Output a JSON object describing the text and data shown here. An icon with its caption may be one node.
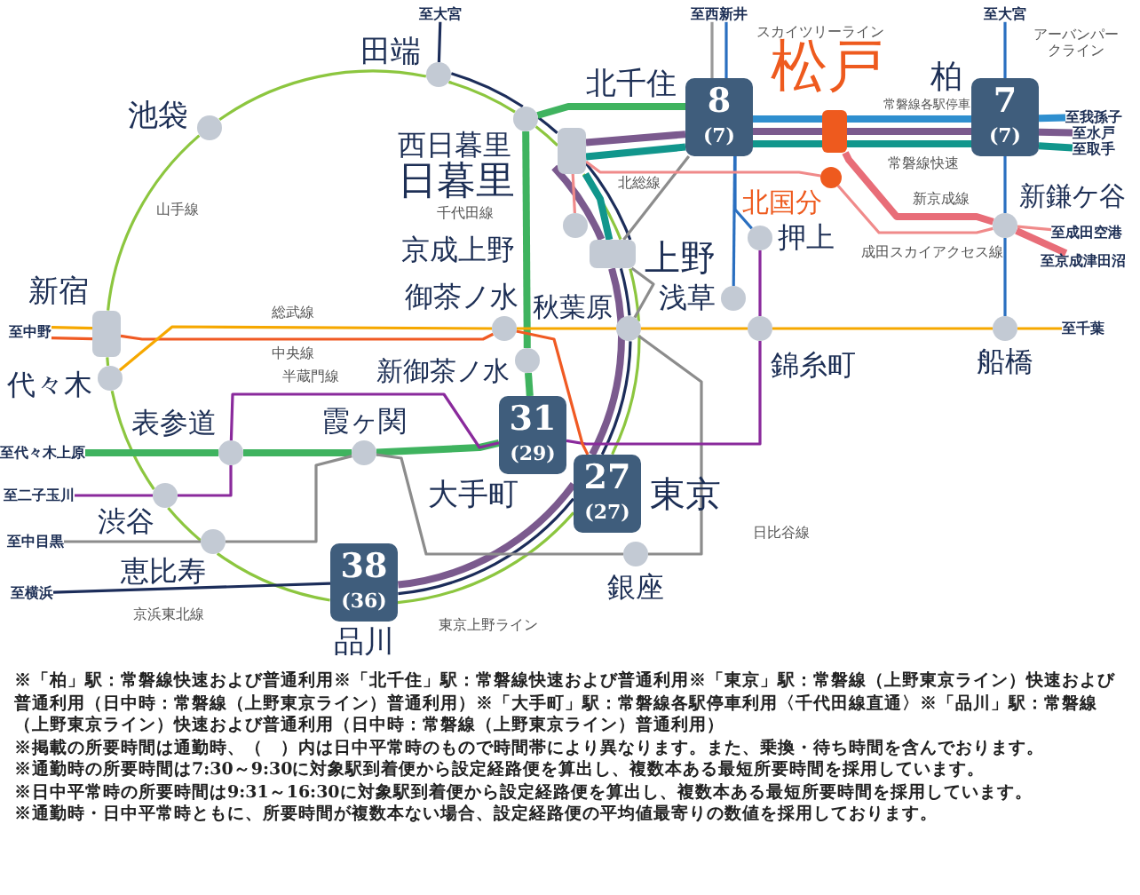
{
  "diagram": {
    "nodes": [
      {
        "text": [
          "田端"
        ]
      },
      {
        "text": [
          "池袋"
        ]
      },
      {
        "text": [
          "西日暮里"
        ]
      },
      {
        "text": [
          "日暮里"
        ]
      },
      {
        "text": [
          "北千住",
          "8",
          "(7)"
        ]
      },
      {
        "text": [
          "松戸"
        ]
      },
      {
        "text": [
          "柏",
          "7",
          "(7)"
        ]
      },
      {
        "text": [
          "北国分"
        ]
      },
      {
        "text": [
          "新鎌ケ谷"
        ]
      },
      {
        "text": [
          "京成上野"
        ]
      },
      {
        "text": [
          "上野"
        ]
      },
      {
        "text": [
          "押上"
        ]
      },
      {
        "text": [
          "浅草"
        ]
      },
      {
        "text": [
          "新宿"
        ]
      },
      {
        "text": [
          "御茶ノ水"
        ]
      },
      {
        "text": [
          "秋葉原"
        ]
      },
      {
        "text": [
          "錦糸町"
        ]
      },
      {
        "text": [
          "船橋"
        ]
      },
      {
        "text": [
          "新御茶ノ水"
        ]
      },
      {
        "text": [
          "代々木"
        ]
      },
      {
        "text": [
          "表参道"
        ]
      },
      {
        "text": [
          "霞ヶ関"
        ]
      },
      {
        "text": [
          "31",
          "(29)",
          "大手町"
        ]
      },
      {
        "text": [
          "渋谷"
        ]
      },
      {
        "text": [
          "東京",
          "27",
          "(27)"
        ]
      },
      {
        "text": [
          "恵比寿"
        ]
      },
      {
        "text": [
          "銀座"
        ]
      },
      {
        "text": [
          "38",
          "(36)",
          "品川"
        ]
      },
      {
        "text": [
          "至大宮"
        ]
      },
      {
        "text": [
          "至西新井"
        ]
      },
      {
        "text": [
          "至大宮"
        ]
      },
      {
        "text": [
          "至我孫子"
        ]
      },
      {
        "text": [
          "至水戸"
        ]
      },
      {
        "text": [
          "至取手"
        ]
      },
      {
        "text": [
          "至成田空港"
        ]
      },
      {
        "text": [
          "至京成津田沼"
        ]
      },
      {
        "text": [
          "至千葉"
        ]
      },
      {
        "text": [
          "至中野"
        ]
      },
      {
        "text": [
          "至代々木上原"
        ]
      },
      {
        "text": [
          "至二子玉川"
        ]
      },
      {
        "text": [
          "至中目黒"
        ]
      },
      {
        "text": [
          "至横浜"
        ]
      }
    ],
    "edges": [
      {
        "from": 13,
        "to": 1,
        "arrow": "none",
        "color": "#8cc63f"
      },
      {
        "from": 1,
        "to": 0,
        "arrow": "none",
        "color": "#8cc63f"
      },
      {
        "from": 0,
        "to": 2,
        "arrow": "none",
        "color": "#8cc63f"
      },
      {
        "from": 2,
        "to": 3,
        "arrow": "none",
        "color": "#8cc63f"
      },
      {
        "from": 3,
        "to": 10,
        "arrow": "none",
        "color": "#8cc63f"
      },
      {
        "from": 10,
        "to": 15,
        "arrow": "none",
        "color": "#8cc63f"
      },
      {
        "from": 15,
        "to": 24,
        "arrow": "none",
        "color": "#8cc63f"
      },
      {
        "from": 24,
        "to": 27,
        "arrow": "none",
        "color": "#8cc63f"
      },
      {
        "from": 27,
        "to": 25,
        "arrow": "none",
        "color": "#8cc63f"
      },
      {
        "from": 25,
        "to": 23,
        "arrow": "none",
        "color": "#8cc63f"
      },
      {
        "from": 23,
        "to": 19,
        "arrow": "none",
        "color": "#8cc63f"
      },
      {
        "from": 19,
        "to": 13,
        "arrow": "none",
        "color": "#8cc63f"
      },
      {
        "from": 28,
        "to": 0,
        "arrow": "none",
        "color": "#1c2d5a"
      },
      {
        "from": 0,
        "to": 2,
        "arrow": "none",
        "color": "#1c2d5a"
      },
      {
        "from": 2,
        "to": 3,
        "arrow": "none",
        "color": "#1c2d5a"
      },
      {
        "from": 3,
        "to": 10,
        "arrow": "none",
        "color": "#1c2d5a"
      },
      {
        "from": 10,
        "to": 15,
        "arrow": "none",
        "color": "#1c2d5a"
      },
      {
        "from": 15,
        "to": 24,
        "arrow": "none",
        "color": "#1c2d5a"
      },
      {
        "from": 24,
        "to": 27,
        "arrow": "none",
        "color": "#1c2d5a"
      },
      {
        "from": 27,
        "to": 41,
        "arrow": "none",
        "color": "#1c2d5a"
      },
      {
        "from": 32,
        "to": 6,
        "arrow": "none",
        "style": "thick",
        "color": "#7b5a8e"
      },
      {
        "from": 6,
        "to": 5,
        "arrow": "none",
        "style": "thick",
        "color": "#7b5a8e"
      },
      {
        "from": 5,
        "to": 4,
        "arrow": "none",
        "style": "thick",
        "color": "#7b5a8e"
      },
      {
        "from": 4,
        "to": 3,
        "arrow": "none",
        "style": "thick",
        "color": "#7b5a8e"
      },
      {
        "from": 3,
        "to": 10,
        "arrow": "none",
        "style": "thick",
        "color": "#7b5a8e"
      },
      {
        "from": 10,
        "to": 24,
        "arrow": "none",
        "style": "thick",
        "color": "#7b5a8e"
      },
      {
        "from": 24,
        "to": 27,
        "arrow": "none",
        "style": "thick",
        "color": "#7b5a8e"
      },
      {
        "from": 31,
        "to": 6,
        "arrow": "none",
        "style": "thick",
        "color": "#2f8fcf"
      },
      {
        "from": 6,
        "to": 5,
        "arrow": "none",
        "style": "thick",
        "color": "#2f8fcf"
      },
      {
        "from": 5,
        "to": 4,
        "arrow": "none",
        "style": "thick",
        "color": "#2f8fcf"
      },
      {
        "from": 33,
        "to": 6,
        "arrow": "none",
        "style": "thick",
        "color": "#11968c"
      },
      {
        "from": 6,
        "to": 5,
        "arrow": "none",
        "style": "thick",
        "color": "#11968c"
      },
      {
        "from": 5,
        "to": 4,
        "arrow": "none",
        "style": "thick",
        "color": "#11968c"
      },
      {
        "from": 4,
        "to": 3,
        "arrow": "none",
        "style": "thick",
        "color": "#11968c"
      },
      {
        "from": 3,
        "to": 10,
        "arrow": "none",
        "style": "thick",
        "color": "#11968c"
      },
      {
        "from": 4,
        "to": 2,
        "arrow": "none",
        "style": "thick",
        "color": "#3fb35f"
      },
      {
        "from": 2,
        "to": 18,
        "arrow": "none",
        "style": "thick",
        "color": "#3fb35f"
      },
      {
        "from": 18,
        "to": 22,
        "arrow": "none",
        "style": "thick",
        "color": "#3fb35f"
      },
      {
        "from": 22,
        "to": 21,
        "arrow": "none",
        "style": "thick",
        "color": "#3fb35f"
      },
      {
        "from": 21,
        "to": 20,
        "arrow": "none",
        "style": "thick",
        "color": "#3fb35f"
      },
      {
        "from": 20,
        "to": 38,
        "arrow": "none",
        "style": "thick",
        "color": "#3fb35f"
      },
      {
        "from": 4,
        "to": 10,
        "arrow": "none",
        "color": "#8c8c8c"
      },
      {
        "from": 10,
        "to": 15,
        "arrow": "none",
        "color": "#8c8c8c"
      },
      {
        "from": 15,
        "to": 26,
        "arrow": "none",
        "color": "#8c8c8c"
      },
      {
        "from": 26,
        "to": 21,
        "arrow": "none",
        "color": "#8c8c8c"
      },
      {
        "from": 21,
        "to": 25,
        "arrow": "none",
        "color": "#8c8c8c"
      },
      {
        "from": 25,
        "to": 40,
        "arrow": "none",
        "color": "#8c8c8c"
      },
      {
        "from": 29,
        "to": 4,
        "arrow": "none",
        "color": "#9a9a9a"
      },
      {
        "from": 29,
        "to": 4,
        "arrow": "none",
        "color": "#2a6fc0"
      },
      {
        "from": 4,
        "to": 11,
        "arrow": "none",
        "color": "#2a6fc0"
      },
      {
        "from": 4,
        "to": 12,
        "arrow": "none",
        "color": "#2a6fc0"
      },
      {
        "from": 11,
        "to": 16,
        "arrow": "none",
        "color": "#8a2a9c"
      },
      {
        "from": 16,
        "to": 22,
        "arrow": "none",
        "color": "#8a2a9c"
      },
      {
        "from": 22,
        "to": 20,
        "arrow": "none",
        "color": "#8a2a9c"
      },
      {
        "from": 20,
        "to": 23,
        "arrow": "none",
        "color": "#8a2a9c"
      },
      {
        "from": 23,
        "to": 39,
        "arrow": "none",
        "color": "#8a2a9c"
      },
      {
        "from": 37,
        "to": 13,
        "arrow": "none",
        "color": "#f05a23"
      },
      {
        "from": 13,
        "to": 14,
        "arrow": "none",
        "color": "#f05a23"
      },
      {
        "from": 14,
        "to": 24,
        "arrow": "none",
        "color": "#f05a23"
      },
      {
        "from": 37,
        "to": 13,
        "arrow": "none",
        "color": "#f6a800"
      },
      {
        "from": 19,
        "to": 14,
        "arrow": "none",
        "color": "#f6a800"
      },
      {
        "from": 14,
        "to": 15,
        "arrow": "none",
        "color": "#f6a800"
      },
      {
        "from": 15,
        "to": 16,
        "arrow": "none",
        "color": "#f6a800"
      },
      {
        "from": 16,
        "to": 17,
        "arrow": "none",
        "color": "#f6a800"
      },
      {
        "from": 17,
        "to": 36,
        "arrow": "none",
        "color": "#f6a800"
      },
      {
        "from": 30,
        "to": 6,
        "arrow": "none",
        "color": "#2a6fc0"
      },
      {
        "from": 6,
        "to": 8,
        "arrow": "none",
        "color": "#2a6fc0"
      },
      {
        "from": 8,
        "to": 17,
        "arrow": "none",
        "color": "#2a6fc0"
      },
      {
        "from": 3,
        "to": 9,
        "arrow": "none",
        "color": "#f08a8a"
      },
      {
        "from": 3,
        "to": 7,
        "arrow": "none",
        "color": "#f08a8a"
      },
      {
        "from": 7,
        "to": 8,
        "arrow": "none",
        "color": "#f08a8a"
      },
      {
        "from": 8,
        "to": 34,
        "arrow": "none",
        "color": "#f08a8a"
      },
      {
        "from": 5,
        "to": 8,
        "arrow": "none",
        "style": "thick",
        "color": "#e86d78"
      },
      {
        "from": 8,
        "to": 35,
        "arrow": "none",
        "style": "thick",
        "color": "#e86d78"
      }
    ],
    "labels": [
      "山手線",
      "千代田線",
      "スカイツリーライン",
      "アーバンパークライン",
      "常磐線各駅停車",
      "北総線",
      "常磐線快速",
      "新京成線",
      "成田スカイアクセス線",
      "総武線",
      "中央線",
      "半蔵門線",
      "日比谷線",
      "京浜東北線",
      "東京上野ライン",
      "※「柏」駅：常磐線快速および普通利用※「北千住」駅：常磐線快速および普通利用※「東京」駅：常磐線（上野東京ライン）快速および普通利用（日中時：常磐線（上野東京ライン）普通利用）※「大手町」駅：常磐線各駅停車利用〈千代田線直通〉※「品川」駅：常磐線（上野東京ライン）快速および普通利用（日中時：常磐線（上野東京ライン）普通利用）",
      "※掲載の所要時間は通勤時、（　）内は日中平常時のもので時間帯により異なります。また、乗換・待ち時間を含んでおります。",
      "※通勤時の所要時間は7:30～9:30に対象駅到着便から設定経路便を算出し、複数本ある最短所要時間を採用しています。",
      "※日中平常時の所要時間は9:31～16:30に対象駅到着便から設定経路便を算出し、複数本ある最短所要時間を採用しています。",
      "※通勤時・日中平常時ともに、所要時間が複数本ない場合、設定経路便の平均値最寄りの数値を採用しております。"
    ]
  }
}
